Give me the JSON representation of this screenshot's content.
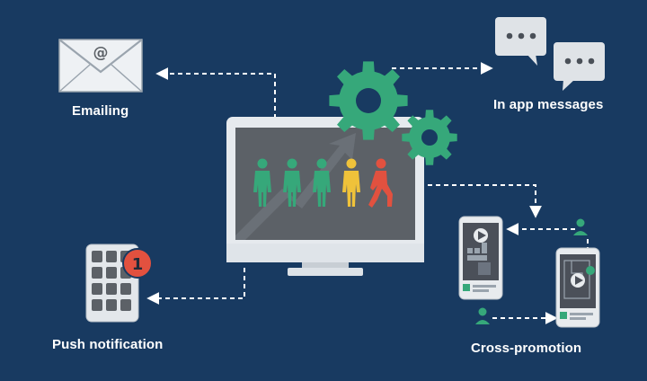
{
  "labels": {
    "emailing": "Emailing",
    "in_app_messages": "In app messages",
    "push_notification": "Push notification",
    "cross_promotion": "Cross-promotion"
  },
  "badge": {
    "count": "1"
  },
  "email": {
    "symbol": "@"
  },
  "people": [
    {
      "state": "active",
      "color": "#36a87a"
    },
    {
      "state": "active",
      "color": "#36a87a"
    },
    {
      "state": "active",
      "color": "#36a87a"
    },
    {
      "state": "at-risk",
      "color": "#efc23a"
    },
    {
      "state": "churning",
      "color": "#e2513f"
    }
  ],
  "colors": {
    "background": "#183a61",
    "gear": "#36a87a",
    "monitor_frame": "#e6eaee",
    "monitor_screen": "#5c6167",
    "badge": "#e2513f",
    "bubble": "#dfe3e7"
  }
}
